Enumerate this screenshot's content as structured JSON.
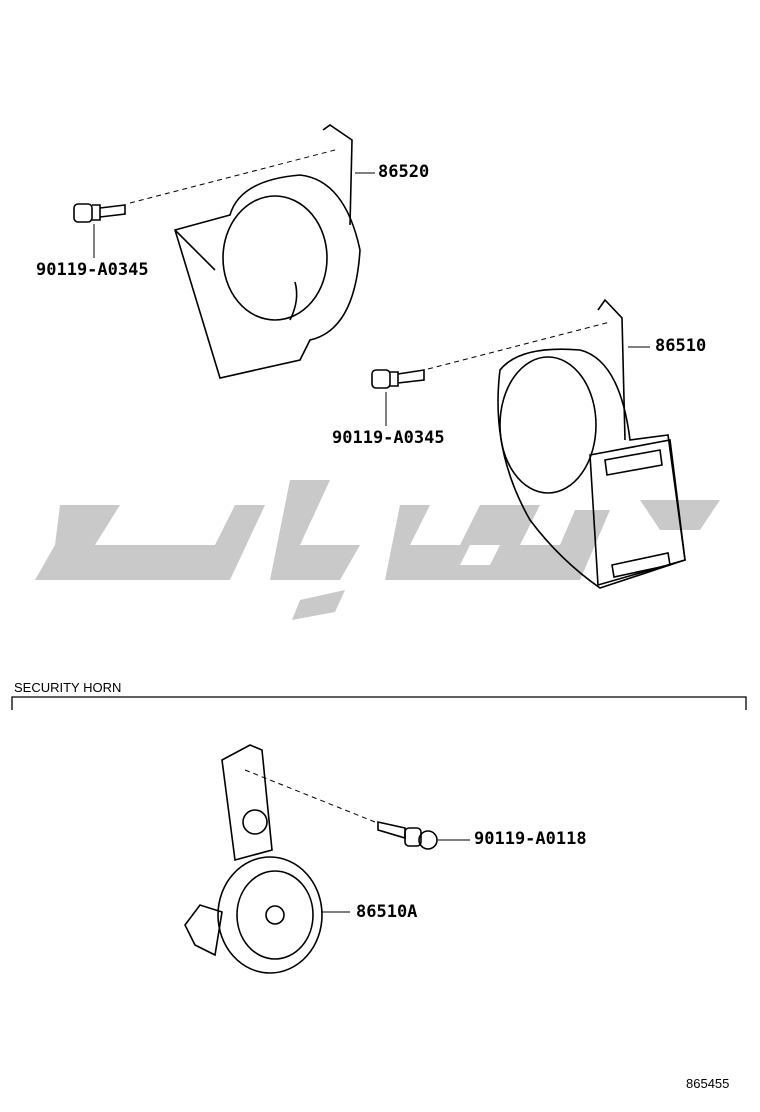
{
  "parts": {
    "horn_low": "86520",
    "horn_high": "86510",
    "bolt_1": "90119-A0345",
    "bolt_2": "90119-A0345",
    "security_bolt": "90119-A0118",
    "security_horn": "86510A"
  },
  "section_title": "SECURITY HORN",
  "figure_number": "865455",
  "watermark": {
    "text": "تویوپارت",
    "color": "#c8c8c8"
  }
}
